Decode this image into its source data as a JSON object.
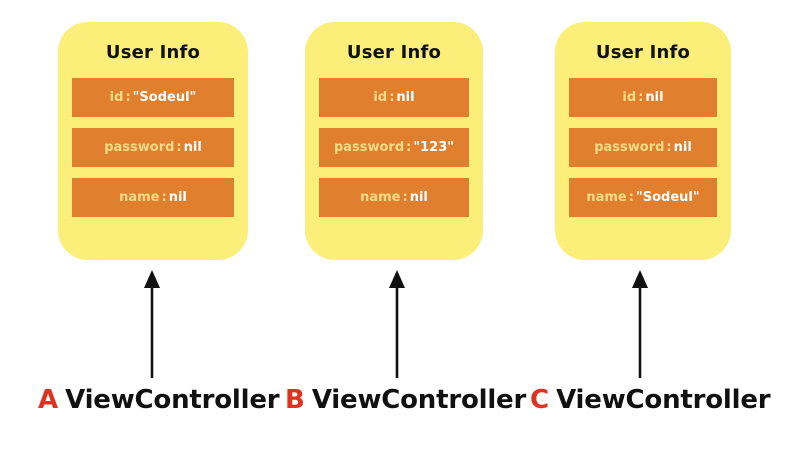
{
  "diagram": {
    "title_text": "User Info",
    "colors": {
      "card_background": "#fbee79",
      "field_bar": "#e0802f",
      "field_key_text": "#f7dc85",
      "field_value_text": "#ffffff",
      "letter_accent": "#e03220",
      "label_text": "#111111",
      "arrow": "#111111",
      "page_background": "#ffffff"
    },
    "cards": [
      {
        "title": "User Info",
        "fields": [
          {
            "key": "id",
            "sep": ":",
            "value": "\"Sodeul\""
          },
          {
            "key": "password",
            "sep": ":",
            "value": "nil"
          },
          {
            "key": "name",
            "sep": ":",
            "value": "nil"
          }
        ]
      },
      {
        "title": "User Info",
        "fields": [
          {
            "key": "id",
            "sep": ":",
            "value": "nil"
          },
          {
            "key": "password",
            "sep": ":",
            "value": "\"123\""
          },
          {
            "key": "name",
            "sep": ":",
            "value": "nil"
          }
        ]
      },
      {
        "title": "User Info",
        "fields": [
          {
            "key": "id",
            "sep": ":",
            "value": "nil"
          },
          {
            "key": "password",
            "sep": ":",
            "value": "nil"
          },
          {
            "key": "name",
            "sep": ":",
            "value": "\"Sodeul\""
          }
        ]
      }
    ],
    "labels": [
      {
        "letter": "A",
        "name": "ViewController"
      },
      {
        "letter": "B",
        "name": "ViewController"
      },
      {
        "letter": "C",
        "name": "ViewController"
      }
    ],
    "arrows": [
      {
        "direction": "up",
        "from": "A ViewController",
        "to": "card-1"
      },
      {
        "direction": "up",
        "from": "B ViewController",
        "to": "card-2"
      },
      {
        "direction": "up",
        "from": "C ViewController",
        "to": "card-3"
      }
    ]
  }
}
